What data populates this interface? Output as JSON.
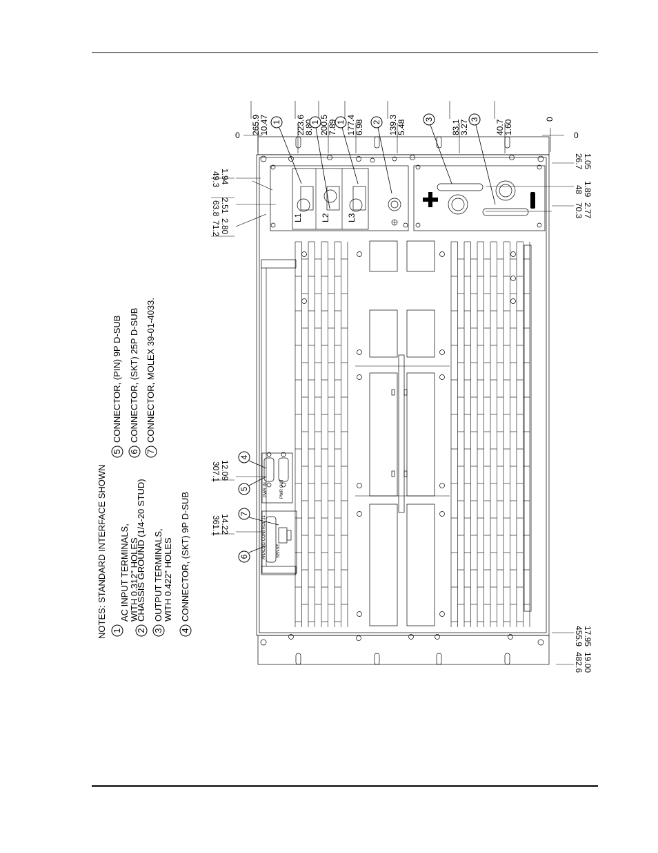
{
  "header_rule": true,
  "notes": {
    "title": "NOTES: STANDARD INTERFACE SHOWN",
    "items": [
      {
        "num": "1",
        "line1": "AC INPUT TERMINALS,",
        "line2": "WITH 0.312\" HOLES"
      },
      {
        "num": "2",
        "line1": "CHASSIS GROUND (1/4-20 STUD)",
        "line2": ""
      },
      {
        "num": "3",
        "line1": "OUTPUT TERMINALS,",
        "line2": "WITH 0.422\" HOLES"
      },
      {
        "num": "4",
        "line1": "CONNECTOR, (SKT) 9P D-SUB",
        "line2": ""
      },
      {
        "num": "5",
        "line1": "CONNECTOR, (PIN) 9P D-SUB",
        "line2": ""
      },
      {
        "num": "6",
        "line1": "CONNECTOR, (SKT) 25P D-SUB",
        "line2": ""
      },
      {
        "num": "7",
        "line1": "CONNECTOR, MOLEX 39-01-4033.",
        "line2": ""
      }
    ]
  },
  "top_dims": [
    {
      "mm": "265.9",
      "in": "10.47"
    },
    {
      "mm": "223.6",
      "in": "8.80"
    },
    {
      "mm": "200.5",
      "in": "7.89"
    },
    {
      "mm": "177.4",
      "in": "6.98"
    },
    {
      "mm": "139.3",
      "in": "5.48"
    },
    {
      "mm": "83.1",
      "in": "3.27"
    },
    {
      "mm": "40.7",
      "in": "1.60"
    },
    {
      "mm": "",
      "in": "0"
    }
  ],
  "top_callouts": [
    "1",
    "1",
    "1",
    "2",
    "3",
    "3"
  ],
  "left_zero": "0",
  "right_zero": "0",
  "left_dims": [
    {
      "mm": "49.3",
      "in": "1.94"
    },
    {
      "mm": "63.8",
      "in": "2.51"
    },
    {
      "mm": "71.2",
      "in": "2.80"
    },
    {
      "mm": "307.1",
      "in": "12.09"
    },
    {
      "mm": "361.1",
      "in": "14.22"
    }
  ],
  "right_dims": [
    {
      "mm": "26.7",
      "in": "1.05"
    },
    {
      "mm": "48",
      "in": "1.89"
    },
    {
      "mm": "70.3",
      "in": "2.77"
    },
    {
      "mm": "455.9",
      "in": "17.95"
    },
    {
      "mm": "482.6",
      "in": "19.00"
    }
  ],
  "left_callouts": [
    "4",
    "5",
    "7",
    "6"
  ],
  "terminal_labels": [
    "L1",
    "L2",
    "L3"
  ],
  "polarity": {
    "plus": "+",
    "minus": "−"
  },
  "panel_text": {
    "pwr_in": "PWR IN",
    "pwr_out": "PWR OUT",
    "analog": "ANALOG CONTROL J1",
    "sense": "SENSE"
  }
}
